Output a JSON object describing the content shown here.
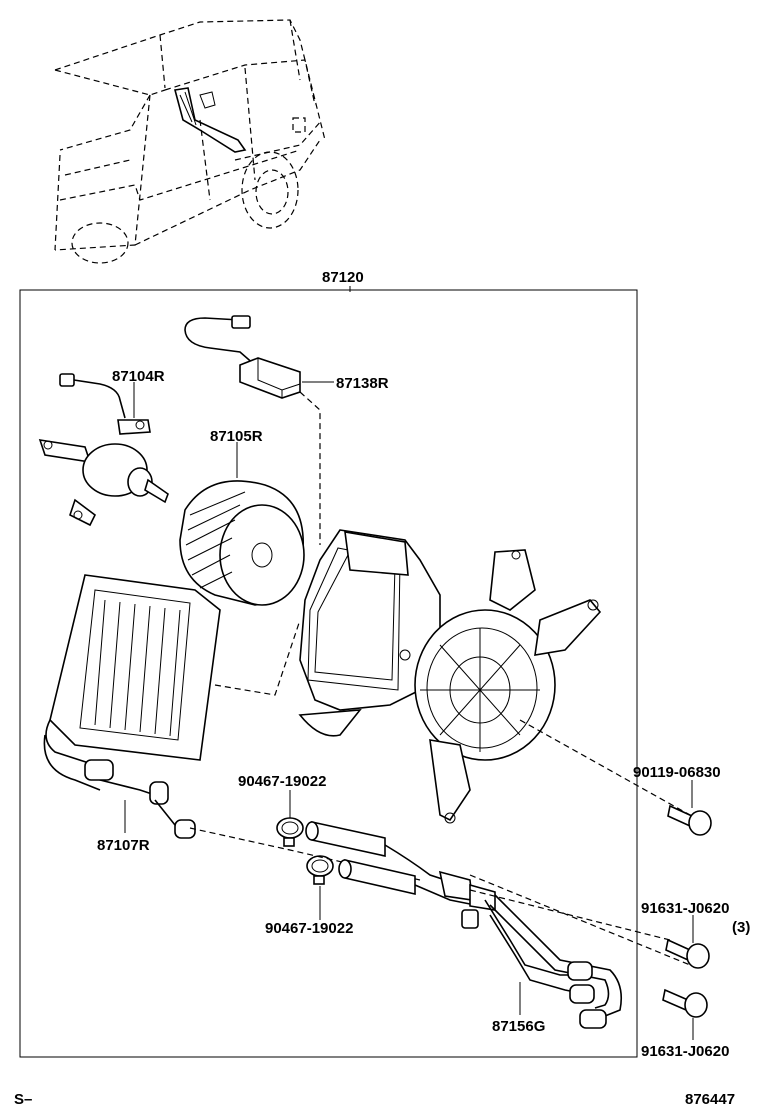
{
  "diagram": {
    "parts": {
      "assembly": "87120",
      "sub_resistor": "87104R",
      "switch": "87138R",
      "blower_motor": "87105R",
      "heater_core": "87107R",
      "clamp_upper": "90467-19022",
      "clamp_lower": "90467-19022",
      "bolt": "90119-06830",
      "bolt_right_upper": "91631-J0620",
      "bolt_right_upper_qty": "(3)",
      "bolt_right_lower": "91631-J0620",
      "hose": "87156G"
    },
    "footer": {
      "left": "S–",
      "code": "876447"
    }
  }
}
